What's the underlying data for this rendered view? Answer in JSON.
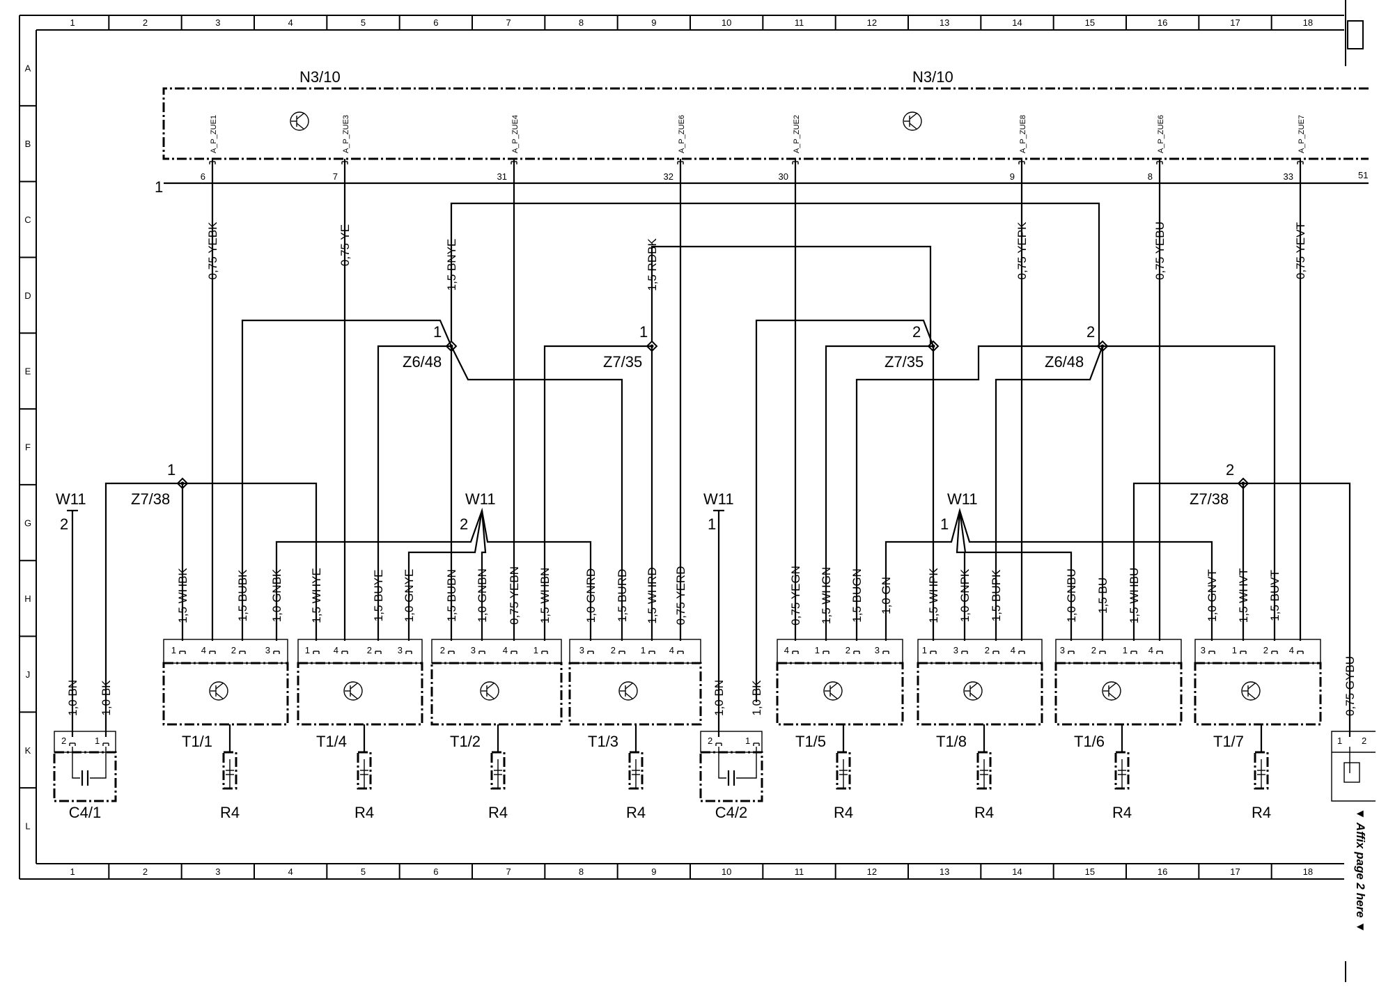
{
  "frame": {
    "columns": [
      "1",
      "2",
      "3",
      "4",
      "5",
      "6",
      "7",
      "8",
      "9",
      "10",
      "11",
      "12",
      "13",
      "14",
      "15",
      "16",
      "17",
      "18"
    ],
    "rows": [
      "A",
      "B",
      "C",
      "D",
      "E",
      "F",
      "G",
      "H",
      "J",
      "K",
      "L"
    ],
    "affix_note": "Affix page 2 here"
  },
  "modules": {
    "left_label": "N3/10",
    "right_label": "N3/10",
    "bus_start": "1",
    "bus_end": "51",
    "connectors": [
      {
        "signal": "A_P_ZUE1",
        "pin": "6"
      },
      {
        "signal": "A_P_ZUE3",
        "pin": "7"
      },
      {
        "signal": "A_P_ZUE4",
        "pin": "31"
      },
      {
        "signal": "A_P_ZUE6",
        "pin": "32"
      },
      {
        "signal": "A_P_ZUE2",
        "pin": "30"
      },
      {
        "signal": "A_P_ZUE8",
        "pin": "9"
      },
      {
        "signal": "A_P_ZUE6",
        "pin": "8"
      },
      {
        "signal": "A_P_ZUE7",
        "pin": "33"
      }
    ]
  },
  "upper_wires": [
    "0,75 YEBK",
    "0,75 YE",
    "1,5 BNYE",
    "1,5 RDBK",
    "0,75 YEPK",
    "0,75 YEBU",
    "0,75 YEVT"
  ],
  "junctions": [
    {
      "name": "Z6/48",
      "num": "1"
    },
    {
      "name": "Z7/35",
      "num": "1"
    },
    {
      "name": "Z7/35",
      "num": "2"
    },
    {
      "name": "Z6/48",
      "num": "2"
    },
    {
      "name": "Z7/38",
      "num": "1"
    },
    {
      "name": "Z7/38",
      "num": "2"
    }
  ],
  "shields": [
    {
      "name": "W11",
      "num": "2"
    },
    {
      "name": "W11",
      "num": "2"
    },
    {
      "name": "W11",
      "num": "1"
    },
    {
      "name": "W11",
      "num": "1"
    }
  ],
  "lower_wires": [
    "1,5 WHBK",
    "1,5 BUBK",
    "1,0 GNBK",
    "1,5 WHYE",
    "1,5 BUYE",
    "1,0 GNYE",
    "1,5 BUBN",
    "1,0 GNBN",
    "0,75 YEBN",
    "1,5 WHBN",
    "1,0 GNRD",
    "1,5 BURD",
    "1,5 WHRD",
    "0,75 YERD",
    "0,75 YEGN",
    "1,5 WHGN",
    "1,5 BUGN",
    "1,0 GN",
    "1,5 WHPK",
    "1,0 GNPK",
    "1,5 BUPK",
    "1,0 GNBU",
    "1,5 BU",
    "1,5 WHBU",
    "1,0 GNVT",
    "1,5 WHVT",
    "1,5 BUVT"
  ],
  "cap_wires": [
    "1,0 BN",
    "1,0 BK",
    "1,0 BN",
    "1,0 BK"
  ],
  "right_wire": "0,75 GYBU",
  "coils": [
    {
      "label": "T1/1",
      "pins": [
        "1",
        "4",
        "2",
        "3"
      ]
    },
    {
      "label": "T1/4",
      "pins": [
        "1",
        "4",
        "2",
        "3"
      ]
    },
    {
      "label": "T1/2",
      "pins": [
        "2",
        "3",
        "4",
        "1"
      ]
    },
    {
      "label": "T1/3",
      "pins": [
        "3",
        "2",
        "1",
        "4"
      ]
    },
    {
      "label": "T1/5",
      "pins": [
        "4",
        "1",
        "2",
        "3"
      ]
    },
    {
      "label": "T1/8",
      "pins": [
        "1",
        "3",
        "2",
        "4"
      ]
    },
    {
      "label": "T1/6",
      "pins": [
        "3",
        "2",
        "1",
        "4"
      ]
    },
    {
      "label": "T1/7",
      "pins": [
        "3",
        "1",
        "2",
        "4"
      ]
    }
  ],
  "plugs": [
    "R4",
    "R4",
    "R4",
    "R4",
    "R4",
    "R4",
    "R4",
    "R4"
  ],
  "capacitors": [
    {
      "label": "C4/1",
      "pins": [
        "2",
        "1"
      ]
    },
    {
      "label": "C4/2",
      "pins": [
        "2",
        "1"
      ]
    }
  ],
  "edge_component": {
    "pins": [
      "1",
      "2"
    ]
  }
}
